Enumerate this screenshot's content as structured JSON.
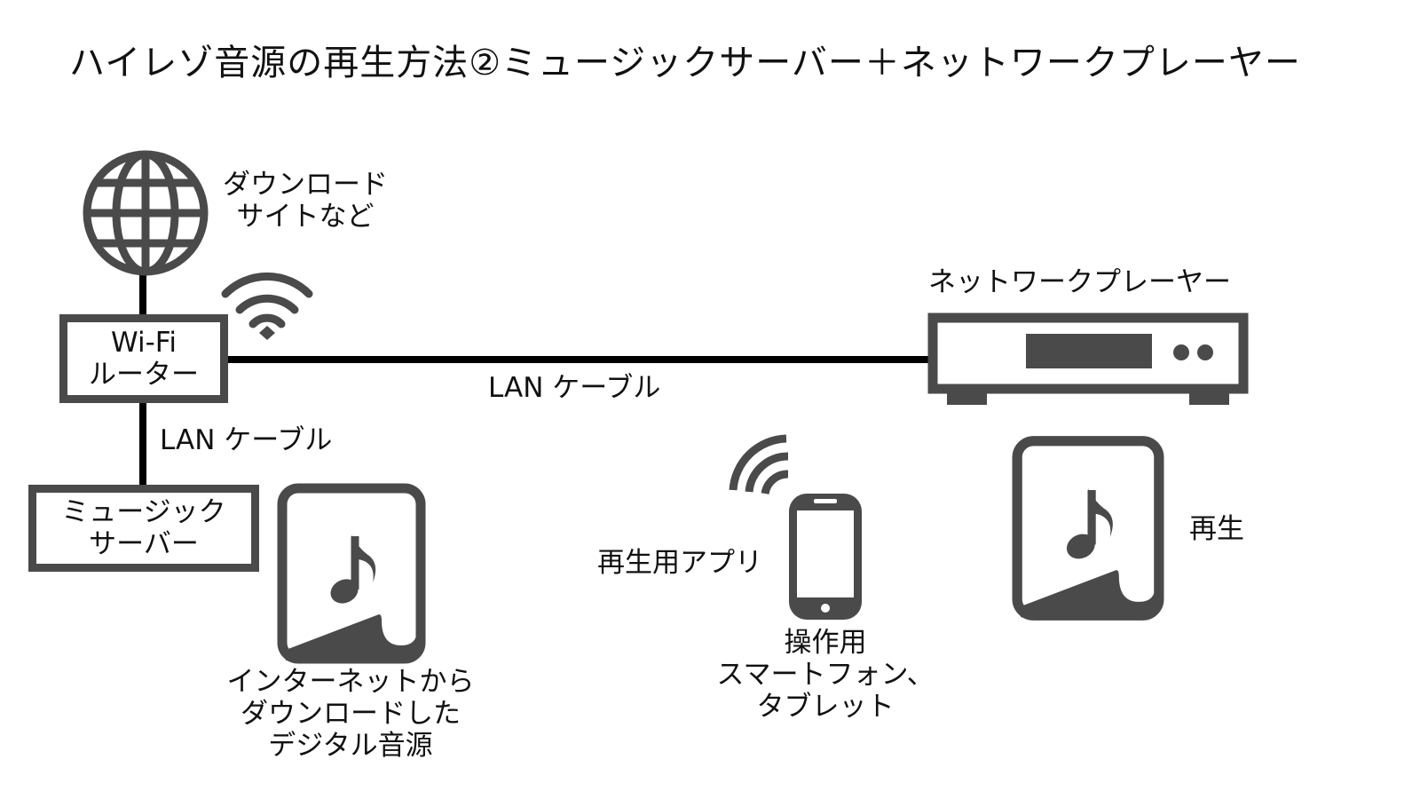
{
  "title": "ハイレゾ音源の再生方法②ミュージックサーバー＋ネットワークプレーヤー",
  "colors": {
    "icon": "#4a4a4a",
    "line": "#000000",
    "text": "#111111",
    "background": "#ffffff"
  },
  "nodes": {
    "internet": {
      "icon": "globe-icon",
      "label_lines": [
        "ダウンロード",
        "サイトなど"
      ]
    },
    "router": {
      "icon": "wifi-icon",
      "label_lines": [
        "Wi-Fi",
        "ルーター"
      ]
    },
    "music_server": {
      "label_lines": [
        "ミュージック",
        "サーバー"
      ]
    },
    "music_file": {
      "icon": "music-file-icon",
      "label_lines": [
        "インターネットから",
        "ダウンロードした",
        "デジタル音源"
      ]
    },
    "network_player": {
      "icon": "network-player-icon",
      "label": "ネットワークプレーヤー"
    },
    "smartphone": {
      "icon": "smartphone-icon",
      "app_label": "再生用アプリ",
      "label_lines": [
        "操作用",
        "スマートフォン、",
        "タブレット"
      ]
    },
    "playback": {
      "icon": "music-file-icon",
      "label": "再生"
    }
  },
  "connections": {
    "router_to_player": {
      "label": "LAN ケーブル"
    },
    "router_to_server": {
      "label": "LAN ケーブル"
    }
  }
}
